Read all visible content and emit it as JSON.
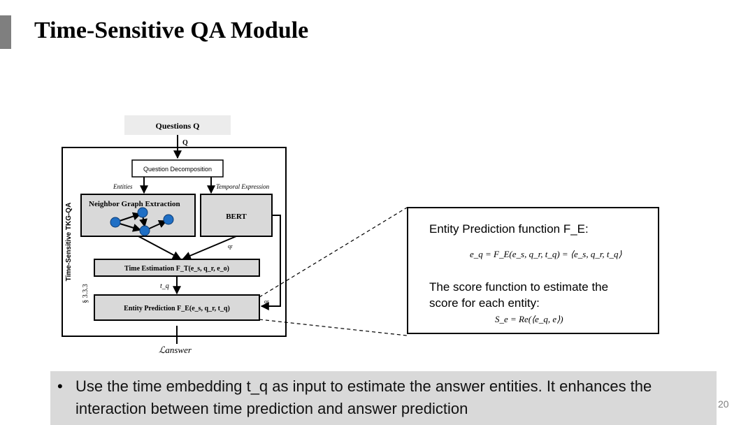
{
  "slide": {
    "title": "Time-Sensitive QA Module",
    "page_number": "20"
  },
  "diagram": {
    "input_label": "Questions Q",
    "q_label": "Q",
    "module_label": "Time-Sensitive TKG-QA",
    "section_label": "§ 3.3.3",
    "question_decomposition": "Question Decomposition",
    "entities_label": "Entities",
    "temporal_expression_label": "Temporal Expression",
    "neighbor_graph": "Neighbor Graph Extraction",
    "bert": "BERT",
    "qr_label_1": "qr",
    "qr_label_2": "qr",
    "time_estimation": "Time Estimation F_T(e_s, q_r, e_o)",
    "tq_label": "t_q",
    "entity_prediction": "Entity Prediction F_E(e_s, q_r, t_q)",
    "loss_label": "ℒanswer"
  },
  "callout": {
    "heading": "Entity Prediction function F_E:",
    "equation_1": "e_q = F_E(e_s, q_r, t_q) = ⟨e_s, q_r, t_q⟩",
    "text_line_1": "The score function to estimate the",
    "text_line_2": "score for each entity:",
    "equation_2": "S_e = Re(⟨e_q, e⟩)"
  },
  "bullet": {
    "text": "Use the time embedding t_q as input to estimate the answer entities. It enhances the interaction between time prediction and answer prediction"
  },
  "colors": {
    "accent_bar": "#7f7f7f",
    "node_blue": "#1f6fc5",
    "box_gray": "#d9d9d9",
    "input_box": "#ececec"
  }
}
